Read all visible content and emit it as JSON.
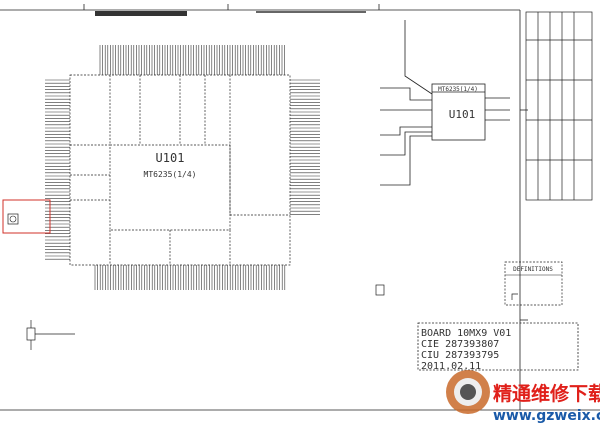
{
  "schematic": {
    "main_chip": {
      "ref": "U101",
      "part": "MT6235(1/4)"
    },
    "right_chip": {
      "ref": "U101",
      "part": "MT6235(1/4)"
    },
    "definitions_title": "DEFINITIONS",
    "board_info": {
      "line1": "BOARD 10MX9 V01",
      "line2": "CIE 287393807",
      "line3": "CIU 287393795",
      "line4": "2011.02.11"
    },
    "colors": {
      "line": "#222222",
      "highlight": "#d0302a",
      "watermark_red": "#e0201a",
      "watermark_blue": "#1a5aa8"
    }
  },
  "watermark": {
    "cn_text": "精通维修下载",
    "url": "www.gzweix.com"
  }
}
